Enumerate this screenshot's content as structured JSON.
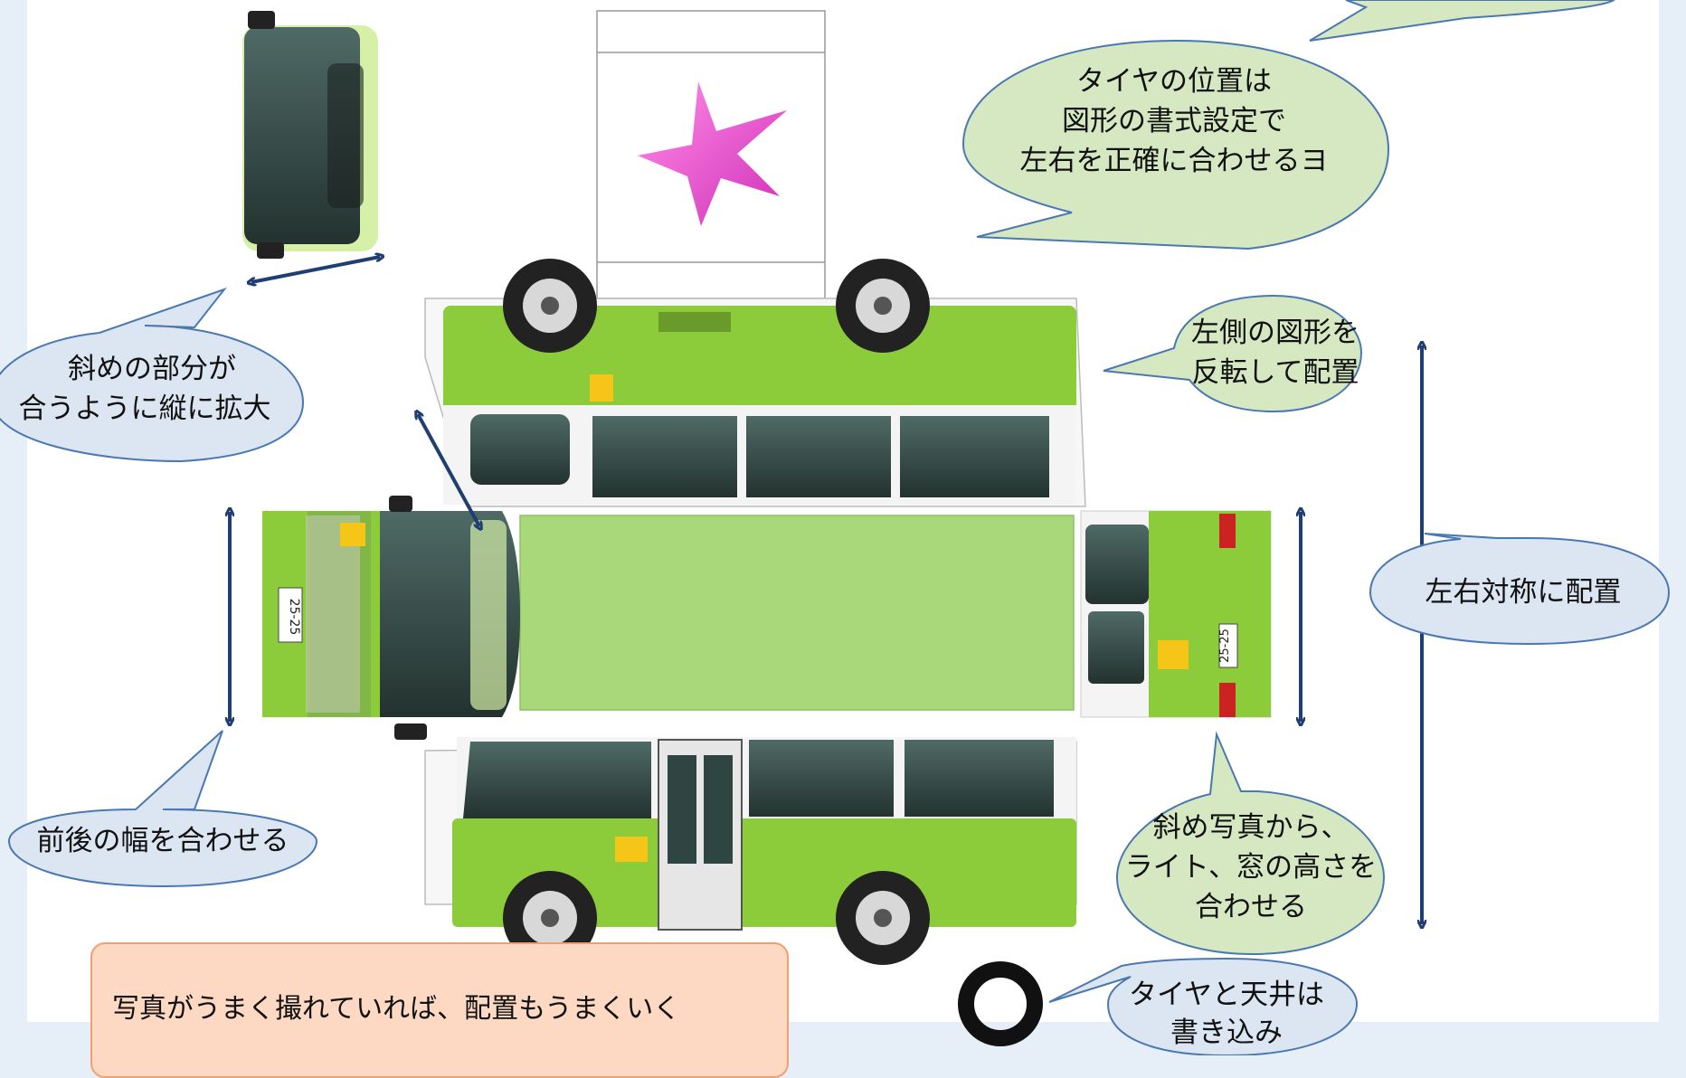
{
  "callouts": {
    "tire_position": [
      "タイヤの位置は",
      "図形の書式設定で",
      "左右を正確に合わせるヨ"
    ],
    "flip_left": [
      "左側の図形を",
      "反転して配置"
    ],
    "diagonal": [
      "斜めの部分が",
      "合うように縦に拡大"
    ],
    "symmetric": "左右対称に配置",
    "front_rear_width": "前後の幅を合わせる",
    "height_match": [
      "斜め写真から、",
      "ライト、窓の高さを",
      "合わせる"
    ],
    "tire_roof": [
      "タイヤと天井は",
      "書き込み"
    ]
  },
  "note": "写真がうまく撮れていれば、配置もうまくいく",
  "plate_front": "25-25",
  "plate_rear": "25-25",
  "colors": {
    "bus_green": "#8ccb3a",
    "panel_light": "#a9d87a",
    "window": "#2f4541",
    "callout_fill": "#d6e8c2",
    "callout_blue": "#dbe6f2",
    "arrow": "#1f3f72",
    "star": "#ee55cc",
    "note_fill": "#fdd9c3"
  }
}
